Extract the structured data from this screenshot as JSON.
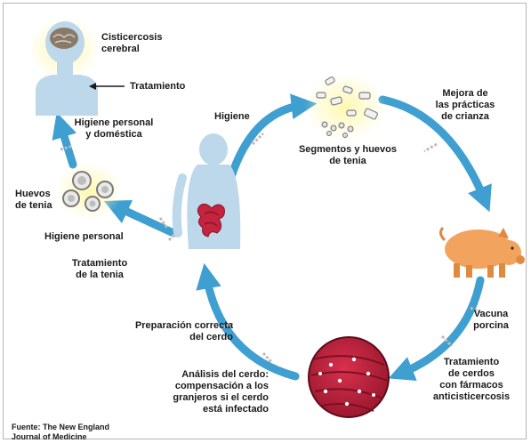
{
  "colors": {
    "arrow": "#3f9fd0",
    "skin": "#bcd8ea",
    "pig": "#f2a45e",
    "meat": "#c3243e",
    "brain": "#8a7a6a",
    "glow": "#fff6a8",
    "cut": "#c8b8b8"
  },
  "labels": {
    "cerebral": "Cisticercosis\ncerebral",
    "tratamiento": "Tratamiento",
    "higiene_personal_domestica": "Higiene personal\ny doméstica",
    "huevos_tenia": "Huevos\nde tenia",
    "higiene_personal": "Higiene personal",
    "tratamiento_tenia": "Tratamiento\nde la tenia",
    "higiene": "Higiene",
    "segmentos": "Segmentos y huevos\nde tenia",
    "mejora": "Mejora de\nlas prácticas\nde crianza",
    "vacuna": "Vacuna\nporcina",
    "tratamiento_cerdos": "Tratamiento\nde cerdos\ncon fármacos\nanticisticercosis",
    "preparacion": "Preparación correcta\ndel cerdo",
    "analisis": "Análisis del cerdo:\ncompensación a los\ngranjeros si el cerdo\nestá infectado"
  },
  "source": "Fuente: The New England\nJournal of Medicine",
  "icons": {
    "human_head": "human-head-icon",
    "human_torso": "human-torso-icon",
    "pig": "pig-icon",
    "meat_sample": "infected-meat-icon",
    "eggs": "tapeworm-eggs-icon",
    "segments": "tapeworm-segments-icon"
  }
}
